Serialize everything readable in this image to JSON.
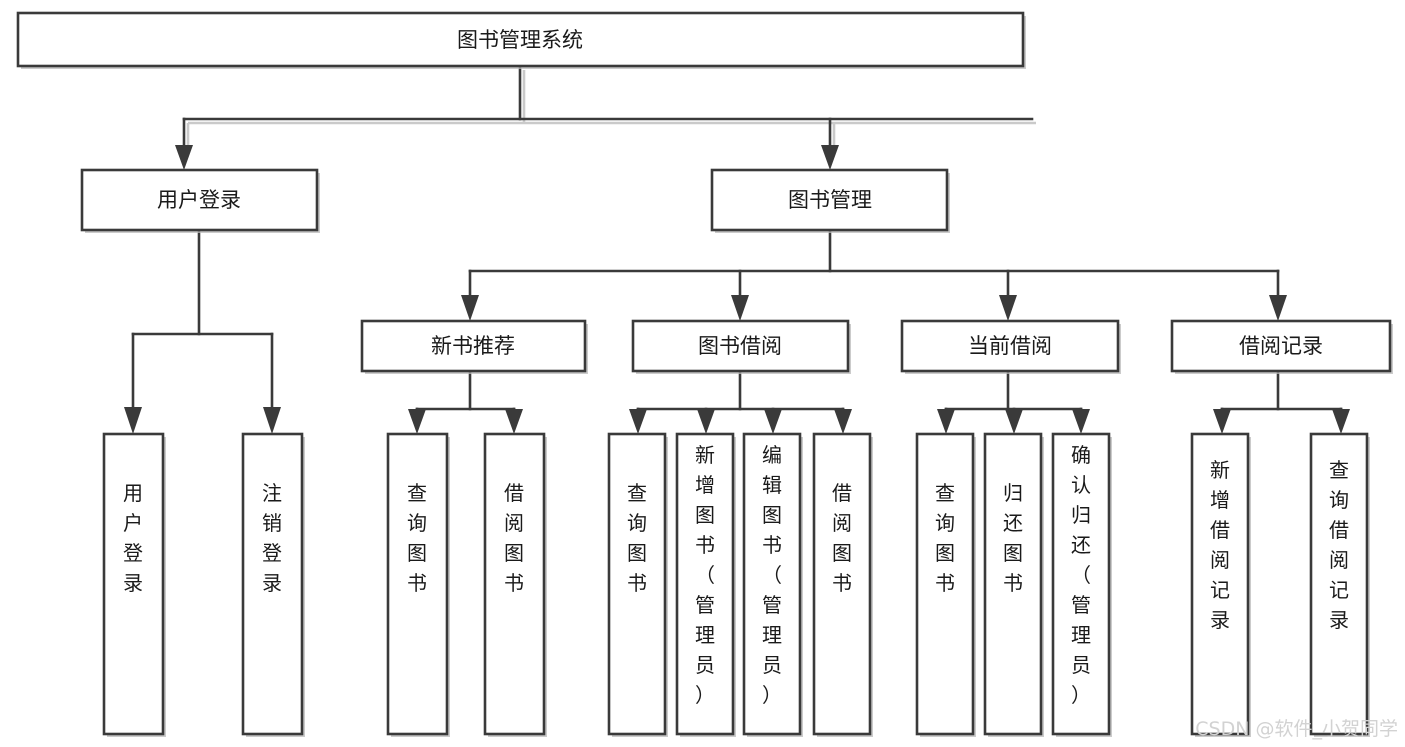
{
  "diagram": {
    "type": "tree-hierarchy",
    "orientation": "top-down",
    "colors": {
      "stroke": "#3a3a3a",
      "fill": "#ffffff",
      "text": "#1a1a1a",
      "shadow": "#b9b9b9",
      "watermark": "#d2d2d2"
    },
    "levels": [
      {
        "level": 1,
        "nodes": [
          {
            "id": "root",
            "label": "图书管理系统",
            "orientation": "horizontal"
          }
        ]
      },
      {
        "level": 2,
        "nodes": [
          {
            "id": "user-login",
            "label": "用户登录",
            "orientation": "horizontal",
            "parent": "root"
          },
          {
            "id": "book-manage",
            "label": "图书管理",
            "orientation": "horizontal",
            "parent": "root"
          }
        ]
      },
      {
        "level": 3,
        "nodes": [
          {
            "id": "new-book-recommend",
            "label": "新书推荐",
            "orientation": "horizontal",
            "parent": "book-manage"
          },
          {
            "id": "book-borrow",
            "label": "图书借阅",
            "orientation": "horizontal",
            "parent": "book-manage"
          },
          {
            "id": "current-borrow",
            "label": "当前借阅",
            "orientation": "horizontal",
            "parent": "book-manage"
          },
          {
            "id": "borrow-record",
            "label": "借阅记录",
            "orientation": "horizontal",
            "parent": "book-manage"
          }
        ]
      },
      {
        "level": 4,
        "nodes": [
          {
            "id": "leaf-user-login",
            "label": "用户登录",
            "orientation": "vertical",
            "parent": "user-login"
          },
          {
            "id": "leaf-logout",
            "label": "注销登录",
            "orientation": "vertical",
            "parent": "user-login"
          },
          {
            "id": "leaf-query-book-1",
            "label": "查询图书",
            "orientation": "vertical",
            "parent": "new-book-recommend"
          },
          {
            "id": "leaf-borrow-book-1",
            "label": "借阅图书",
            "orientation": "vertical",
            "parent": "new-book-recommend"
          },
          {
            "id": "leaf-query-book-2",
            "label": "查询图书",
            "orientation": "vertical",
            "parent": "book-borrow"
          },
          {
            "id": "leaf-add-book",
            "label": "新增图书（管理员）",
            "orientation": "vertical",
            "parent": "book-borrow"
          },
          {
            "id": "leaf-edit-book",
            "label": "编辑图书（管理员）",
            "orientation": "vertical",
            "parent": "book-borrow"
          },
          {
            "id": "leaf-borrow-book-2",
            "label": "借阅图书",
            "orientation": "vertical",
            "parent": "book-borrow"
          },
          {
            "id": "leaf-query-book-3",
            "label": "查询图书",
            "orientation": "vertical",
            "parent": "current-borrow"
          },
          {
            "id": "leaf-return-book",
            "label": "归还图书",
            "orientation": "vertical",
            "parent": "current-borrow"
          },
          {
            "id": "leaf-confirm-return",
            "label": "确认归还（管理员）",
            "orientation": "vertical",
            "parent": "current-borrow"
          },
          {
            "id": "leaf-add-record",
            "label": "新增借阅记录",
            "orientation": "vertical",
            "parent": "borrow-record"
          },
          {
            "id": "leaf-query-record",
            "label": "查询借阅记录",
            "orientation": "vertical",
            "parent": "borrow-record"
          }
        ]
      }
    ]
  },
  "watermark": {
    "label": "CSDN @软件_小贺同学"
  }
}
